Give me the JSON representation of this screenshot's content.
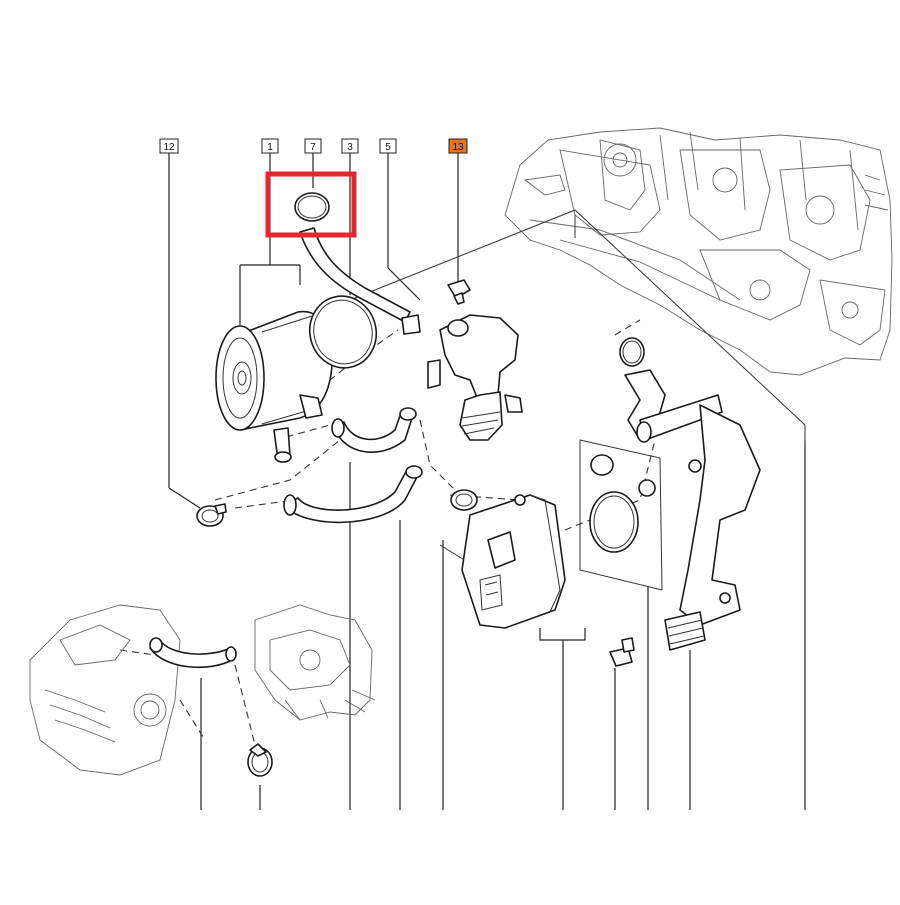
{
  "callouts": [
    {
      "label": "12",
      "highlight": false
    },
    {
      "label": "1",
      "highlight": false
    },
    {
      "label": "7",
      "highlight": false
    },
    {
      "label": "3",
      "highlight": false
    },
    {
      "label": "5",
      "highlight": false
    },
    {
      "label": "13",
      "highlight": true
    }
  ],
  "colors": {
    "highlight_frame": "#e3262f",
    "highlight_callout": "#e8741e",
    "ink": "#1a1a1a"
  }
}
